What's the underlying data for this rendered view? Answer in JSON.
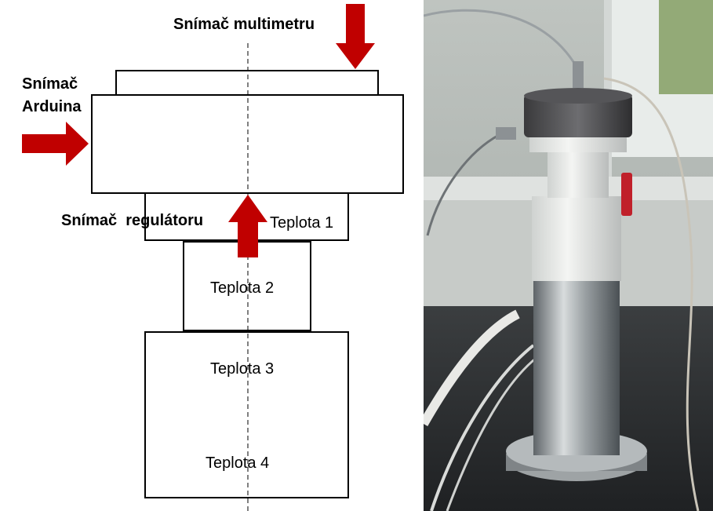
{
  "colors": {
    "arrow": "#c00000",
    "line": "#000000",
    "background": "#ffffff"
  },
  "sensors": {
    "multimeter": "Snímač multimetru",
    "arduino_line1": "Snímač",
    "arduino_line2": "Arduina",
    "regulator": "Snímač  regulátoru"
  },
  "temperatures": {
    "t1": "Teplota 1",
    "t2": "Teplota 2",
    "t3": "Teplota 3",
    "t4": "Teplota 4"
  },
  "photo": {
    "description_icon": "photo-of-apparatus"
  }
}
